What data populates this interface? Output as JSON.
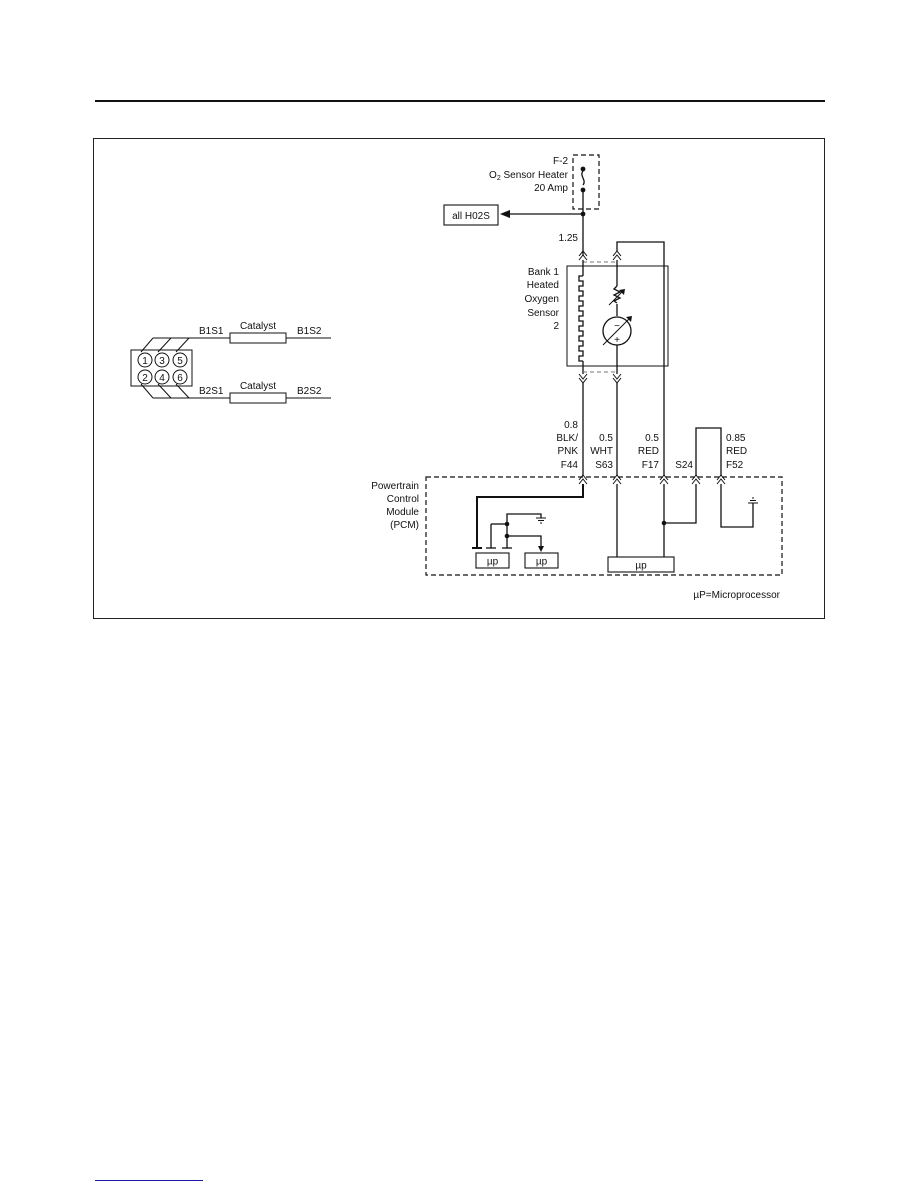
{
  "fuse": {
    "id": "F-2",
    "name_prefix": "O",
    "name_sub": "2",
    "name_suffix": " Sensor Heater",
    "rating": "20 Amp"
  },
  "all_ho2s_label": "all H02S",
  "wire_gauge_top": "1.25",
  "sensor": {
    "line1": "Bank 1",
    "line2": "Heated",
    "line3": "Oxygen",
    "line4": "Sensor",
    "line5": "2",
    "minus": "−",
    "plus": "+"
  },
  "wires": {
    "w1": {
      "gauge": "0.8",
      "color_a": "BLK/",
      "color_b": "PNK",
      "terminal": "F44"
    },
    "w2": {
      "gauge": "0.5",
      "color": "WHT",
      "terminal": "S63"
    },
    "w3": {
      "gauge": "0.5",
      "color": "RED",
      "terminal": "F17"
    },
    "w4": {
      "terminal": "S24"
    },
    "w5": {
      "gauge": "0.85",
      "color": "RED",
      "terminal": "F52"
    }
  },
  "pcm": {
    "line1": "Powertrain",
    "line2": "Control",
    "line3": "Module",
    "line4": "(PCM)",
    "up1": "µp",
    "up2": "µp",
    "up3": "µp"
  },
  "legend": "µP=Microprocessor",
  "engine": {
    "cylinders": [
      "1",
      "3",
      "5",
      "2",
      "4",
      "6"
    ],
    "b1s1": "B1S1",
    "b1s2": "B1S2",
    "b2s1": "B2S1",
    "b2s2": "B2S2",
    "catalyst_top": "Catalyst",
    "catalyst_bottom": "Catalyst"
  }
}
